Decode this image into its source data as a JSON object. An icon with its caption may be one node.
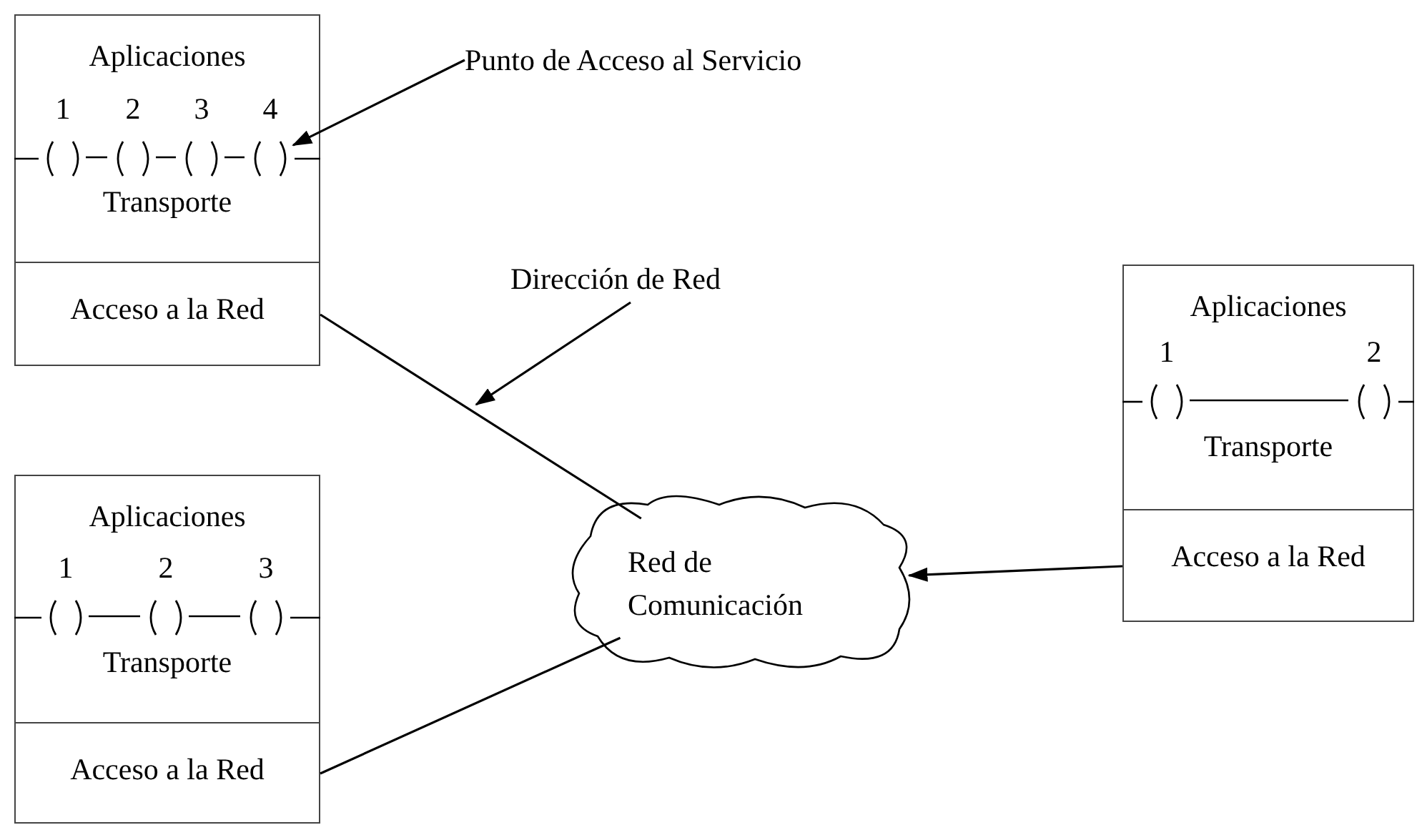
{
  "diagram": {
    "nodes": [
      {
        "text": [
          "Aplicaciones",
          "Transporte"
        ]
      },
      {
        "text": [
          "1"
        ],
        "in": 0
      },
      {
        "text": [
          "2"
        ],
        "in": 0
      },
      {
        "text": [
          "3"
        ],
        "in": 0
      },
      {
        "text": [
          "4"
        ],
        "in": 0
      },
      {
        "text": [
          "Acceso a la Red"
        ]
      },
      {
        "text": [
          "Aplicaciones",
          "Transporte"
        ]
      },
      {
        "text": [
          "1"
        ],
        "in": 6
      },
      {
        "text": [
          "2"
        ],
        "in": 6
      },
      {
        "text": [
          "3"
        ],
        "in": 6
      },
      {
        "text": [
          "Acceso a la Red"
        ]
      },
      {
        "text": [
          "Aplicaciones",
          "Transporte"
        ]
      },
      {
        "text": [
          "1"
        ],
        "in": 11
      },
      {
        "text": [
          "2"
        ],
        "in": 11
      },
      {
        "text": [
          "Acceso a la Red"
        ]
      },
      {
        "text": [
          "Red de Comunicación"
        ]
      },
      {
        "text": [
          "Punto de Acceso al Servicio"
        ]
      },
      {
        "text": [
          "Dirección de Red"
        ]
      }
    ],
    "edges": [
      {
        "from": 5,
        "to": 15,
        "arrow": "none"
      },
      {
        "from": 10,
        "to": 15,
        "arrow": "none"
      },
      {
        "from": 14,
        "to": 15,
        "arrow": "to"
      },
      {
        "from": 16,
        "to": 4,
        "arrow": "to"
      },
      {
        "from": 17,
        "to": null,
        "arrow": "to"
      },
      {
        "from": 1,
        "to": 2,
        "arrow": "none"
      },
      {
        "from": 2,
        "to": 3,
        "arrow": "none"
      },
      {
        "from": 3,
        "to": 4,
        "arrow": "none"
      },
      {
        "from": 7,
        "to": 8,
        "arrow": "none"
      },
      {
        "from": 8,
        "to": 9,
        "arrow": "none"
      },
      {
        "from": 12,
        "to": 13,
        "arrow": "none"
      }
    ]
  }
}
